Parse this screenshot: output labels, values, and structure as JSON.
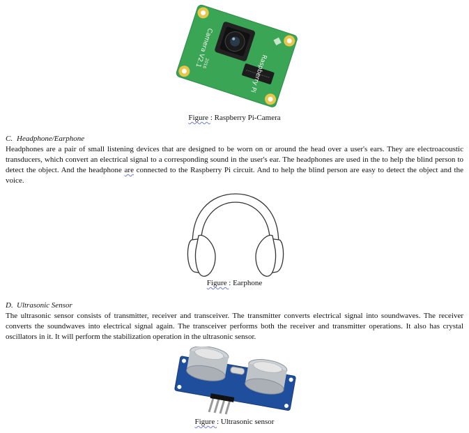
{
  "figures": {
    "camera": {
      "caption_prefix": "Figure ",
      "caption_sep": ": ",
      "caption_text": "Raspberry Pi-Camera",
      "board_label_brand": "Raspberry Pi",
      "board_label_model": "Camera V2.1",
      "board_label_id": "2016",
      "colors": {
        "board": "#3aa655",
        "pads": "#e8c64a",
        "lens": "#1b1b1b"
      }
    },
    "earphone": {
      "caption_prefix": "Figure ",
      "caption_sep": ": ",
      "caption_text": "Earphone"
    },
    "ultrasonic": {
      "caption_prefix": "Figure ",
      "caption_sep": ": ",
      "caption_text": "Ultrasonic sensor",
      "colors": {
        "board": "#1f4f9c",
        "transducer": "#bfc4c9"
      }
    }
  },
  "sections": {
    "headphone": {
      "number": "C.",
      "title": "Headphone/Earphone",
      "body_1": "Headphones are a pair of small listening devices that are designed to be worn on or around the head over a user's ears. They are electroacoustic transducers, which convert an electrical signal to a corresponding sound in the user's ear. The headphones are used in the to help the blind person to detect the object. And the headphone ",
      "body_wavy": "are",
      "body_2": " connected to the Raspberry Pi circuit. And to help the blind person are easy to detect the object and the voice."
    },
    "ultrasonic": {
      "number": "D.",
      "title": "Ultrasonic Sensor",
      "body": "The ultrasonic sensor consists of transmitter, receiver and transceiver. The transmitter converts electrical signal into soundwaves. The receiver converts the soundwaves into electrical signal again. The transceiver performs both the receiver and transmitter operations.  It also has crystal oscillators in it. It will perform the stabilization operation in the ultrasonic sensor."
    }
  }
}
